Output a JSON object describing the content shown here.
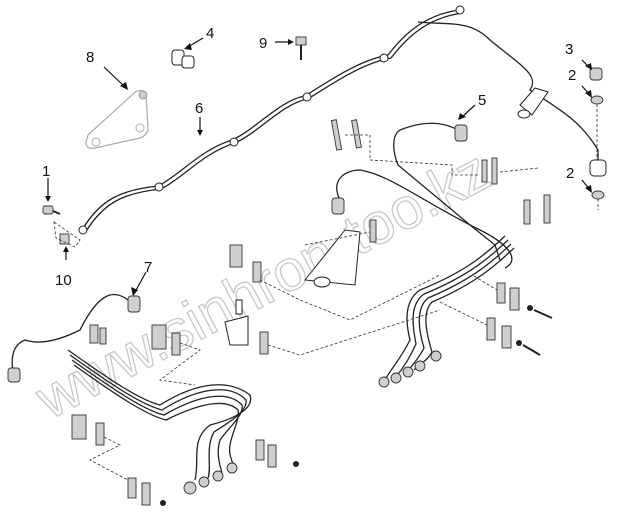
{
  "diagram": {
    "title": "Fuel injection pipes assembly",
    "watermark": "www.sinhron-too.kz",
    "callouts": [
      {
        "id": "1",
        "label": "1"
      },
      {
        "id": "2a",
        "label": "2"
      },
      {
        "id": "2b",
        "label": "2"
      },
      {
        "id": "3",
        "label": "3"
      },
      {
        "id": "4",
        "label": "4"
      },
      {
        "id": "5",
        "label": "5"
      },
      {
        "id": "6",
        "label": "6"
      },
      {
        "id": "7",
        "label": "7"
      },
      {
        "id": "8",
        "label": "8"
      },
      {
        "id": "9",
        "label": "9"
      },
      {
        "id": "10",
        "label": "10"
      }
    ]
  }
}
